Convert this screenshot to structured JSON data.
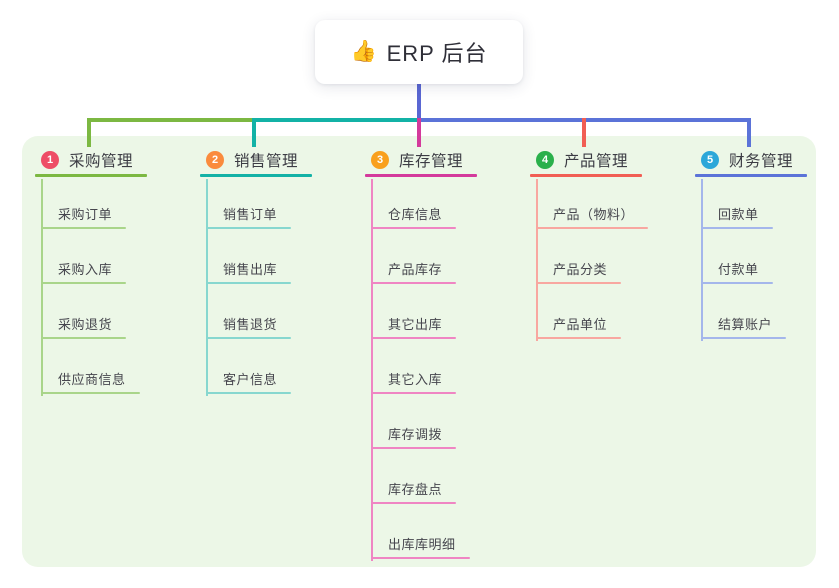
{
  "root": {
    "icon": "👍",
    "icon_name": "thumbs-up-icon",
    "label": "ERP 后台",
    "stem_color": "#5a67d3"
  },
  "canvas": {
    "background": "#ffffff",
    "panel_color": "#ecf7e7"
  },
  "branches": [
    {
      "num": "1",
      "label": "采购管理",
      "badge_color": "#ee4d66",
      "line_color": "#7cb842",
      "sub_line_color": "#a9d58a",
      "items": [
        "采购订单",
        "采购入库",
        "采购退货",
        "供应商信息"
      ]
    },
    {
      "num": "2",
      "label": "销售管理",
      "badge_color": "#fa8b3d",
      "line_color": "#13b2a6",
      "sub_line_color": "#87d7cf",
      "items": [
        "销售订单",
        "销售出库",
        "销售退货",
        "客户信息"
      ]
    },
    {
      "num": "3",
      "label": "库存管理",
      "badge_color": "#f9a01d",
      "line_color": "#d43a9c",
      "sub_line_color": "#ef85c3",
      "items": [
        "仓库信息",
        "产品库存",
        "其它出库",
        "其它入库",
        "库存调拨",
        "库存盘点",
        "出库库明细"
      ]
    },
    {
      "num": "4",
      "label": "产品管理",
      "badge_color": "#2ab04b",
      "line_color": "#f15e54",
      "sub_line_color": "#f8a7a0",
      "items": [
        "产品（物料）",
        "产品分类",
        "产品单位"
      ]
    },
    {
      "num": "5",
      "label": "财务管理",
      "badge_color": "#2ca7d9",
      "line_color": "#5b73d8",
      "sub_line_color": "#a4b6eb",
      "items": [
        "回款单",
        "付款单",
        "结算账户"
      ]
    }
  ]
}
